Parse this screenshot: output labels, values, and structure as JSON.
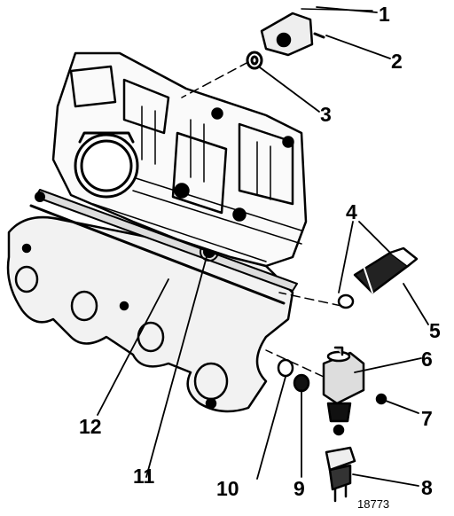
{
  "callouts": {
    "c1": "1",
    "c2": "2",
    "c3": "3",
    "c4": "4",
    "c5": "5",
    "c6": "6",
    "c7": "7",
    "c8": "8",
    "c9": "9",
    "c10": "10",
    "c11": "11",
    "c12": "12"
  },
  "figure_number": "18773"
}
